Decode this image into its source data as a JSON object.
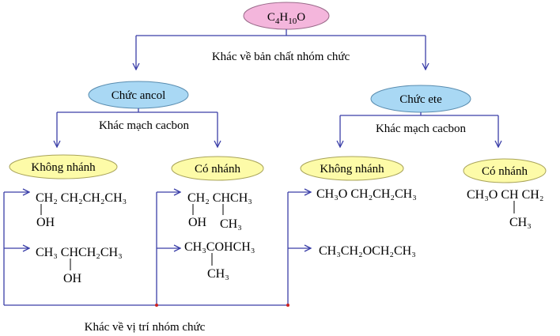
{
  "diagram": {
    "root": {
      "main": "C",
      "sub1": "4",
      "mid": "H",
      "sub2": "10",
      "end": "O"
    },
    "label_functional_group": "Khác về bản chất nhóm chức",
    "ancol": "Chức ancol",
    "ete": "Chức ete",
    "label_chain_left": "Khác mạch cacbon",
    "label_chain_right": "Khác mạch cacbon",
    "unbranched_left": "Không nhánh",
    "branched_left": "Có nhánh",
    "unbranched_right": "Không nhánh",
    "branched_right": "Có nhánh",
    "label_position": "Khác về vị trí nhóm chức",
    "formulas": {
      "f1_main": "CH₂ CH₂CH₂CH₃",
      "f1_sub": "OH",
      "f2_main": "CH₃ CHCH₂CH₃",
      "f2_sub": "OH",
      "f3_main": "CH₂ CHCH₃",
      "f3_sub_left": "OH",
      "f3_sub_right": "CH₃",
      "f4_main": "CH₃COHCH₃",
      "f4_sub": "CH₃",
      "f5_main": "CH₃O CH₂CH₂CH₃",
      "f6_main": "CH₃CH₂OCH₂CH₃",
      "f7_main": "CH₃O CH CH₂",
      "f7_sub": "CH₃"
    },
    "colors": {
      "root_fill": "#f4b6dc",
      "ancol_fill": "#a9d8f4",
      "ete_fill": "#a9d8f4",
      "branch_fill": "#fdfba8",
      "line": "#3b3fa8",
      "dot": "#cc2222"
    }
  }
}
